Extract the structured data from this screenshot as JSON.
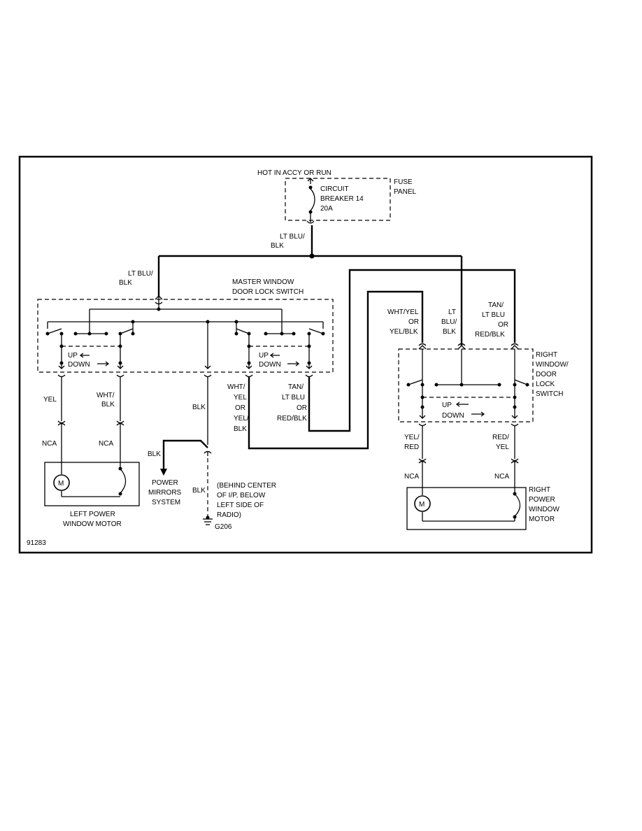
{
  "diagram_id": "91283",
  "power": {
    "hot_label": "HOT IN ACCY OR RUN",
    "breaker_lines": [
      "CIRCUIT",
      "BREAKER 14",
      "20A"
    ],
    "fuse_panel_lines": [
      "FUSE",
      "PANEL"
    ]
  },
  "wires": {
    "main_feed": [
      "LT BLU/",
      "BLK"
    ],
    "master_feed": [
      "LT BLU/",
      "BLK"
    ],
    "left_up": "YEL",
    "left_down": [
      "WHT/",
      "BLK"
    ],
    "master_ground": "BLK",
    "master_out1": [
      "WHT/",
      "YEL",
      "OR",
      "YEL/",
      "BLK"
    ],
    "master_out2": [
      "TAN/",
      "LT BLU",
      "OR",
      "RED/BLK"
    ],
    "right_in1": [
      "WHT/YEL",
      "OR",
      "YEL/BLK"
    ],
    "right_in2": [
      "LT",
      "BLU/",
      "BLK"
    ],
    "right_in3": [
      "TAN/",
      "LT BLU",
      "OR",
      "RED/BLK"
    ],
    "right_out1": [
      "YEL/",
      "RED"
    ],
    "right_out2": [
      "RED/",
      "YEL"
    ],
    "mirror_wire": "BLK",
    "ground_wire": "BLK"
  },
  "connectors": {
    "left1": "NCA",
    "left2": "NCA",
    "right1": "NCA",
    "right2": "NCA"
  },
  "components": {
    "master_switch_lines": [
      "MASTER WINDOW",
      "DOOR LOCK SWITCH"
    ],
    "right_switch_lines": [
      "RIGHT",
      "WINDOW/",
      "DOOR",
      "LOCK",
      "SWITCH"
    ],
    "left_motor_lines": [
      "LEFT POWER",
      "WINDOW MOTOR"
    ],
    "right_motor_lines": [
      "RIGHT",
      "POWER",
      "WINDOW",
      "MOTOR"
    ],
    "motor_symbol": "M",
    "mirrors_lines": [
      "POWER",
      "MIRRORS",
      "SYSTEM"
    ],
    "ground_note_lines": [
      "(BEHIND CENTER",
      "OF I/P, BELOW",
      "LEFT SIDE OF",
      "RADIO)"
    ],
    "ground_id": "G206"
  },
  "switch_labels": {
    "up": "UP",
    "down": "DOWN"
  }
}
